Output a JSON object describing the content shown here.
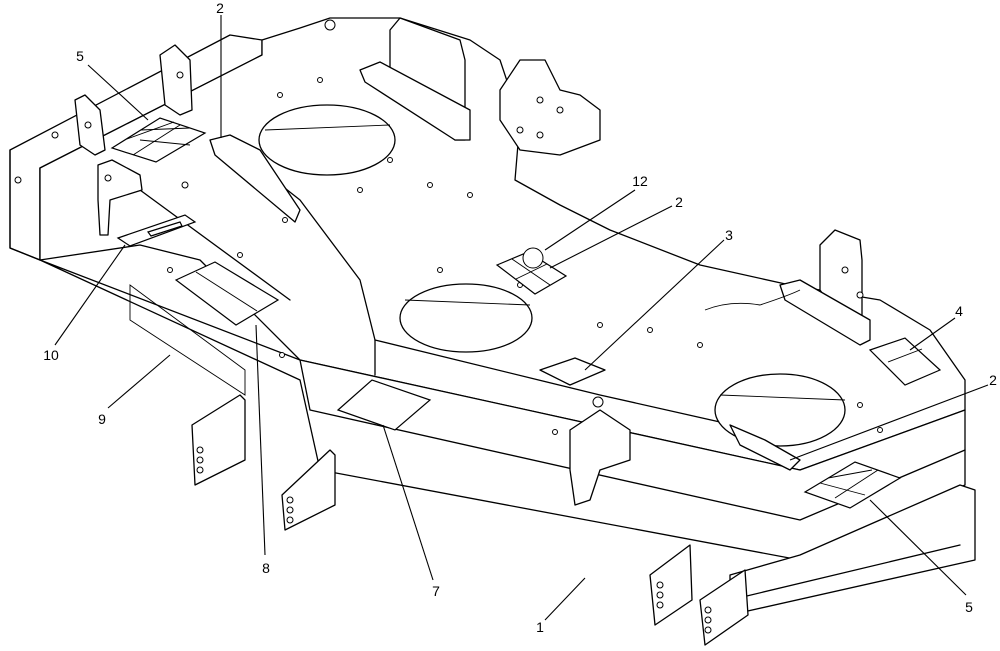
{
  "callouts": [
    {
      "id": "c2a",
      "text": "2"
    },
    {
      "id": "c5a",
      "text": "5"
    },
    {
      "id": "c12",
      "text": "12"
    },
    {
      "id": "c2b",
      "text": "2"
    },
    {
      "id": "c3",
      "text": "3"
    },
    {
      "id": "c4",
      "text": "4"
    },
    {
      "id": "c2c",
      "text": "2"
    },
    {
      "id": "c10",
      "text": "10"
    },
    {
      "id": "c9",
      "text": "9"
    },
    {
      "id": "c8",
      "text": "8"
    },
    {
      "id": "c7",
      "text": "7"
    },
    {
      "id": "c1",
      "text": "1"
    },
    {
      "id": "c5b",
      "text": "5"
    }
  ],
  "colors": {
    "line": "#000000",
    "background": "#ffffff"
  }
}
